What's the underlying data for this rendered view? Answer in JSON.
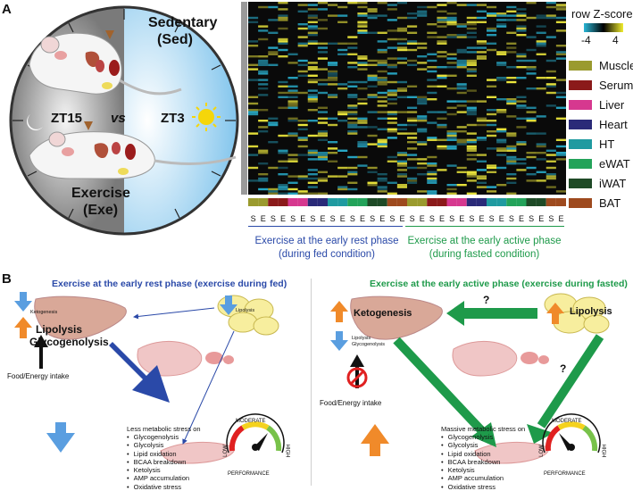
{
  "panel_a": {
    "letter": "A",
    "clock": {
      "sedentary_label": "Sedentary",
      "sedentary_abbr": "(Sed)",
      "exercise_label": "Exercise",
      "exercise_abbr": "(Exe)",
      "zt_left": "ZT15",
      "vs": "vs",
      "zt_right": "ZT3"
    },
    "heatmap": {
      "colorbar_title": "row Z-score",
      "colorbar_min": "-4",
      "colorbar_max": "4",
      "tissues": [
        {
          "name": "Muscle",
          "color": "#9a9a2e"
        },
        {
          "name": "Serum",
          "color": "#8b1a1a"
        },
        {
          "name": "Liver",
          "color": "#d6388f"
        },
        {
          "name": "Heart",
          "color": "#2a2a78"
        },
        {
          "name": "HT",
          "color": "#1f9aa0"
        },
        {
          "name": "eWAT",
          "color": "#23a35a"
        },
        {
          "name": "iWAT",
          "color": "#1e4a26"
        },
        {
          "name": "BAT",
          "color": "#9e4a1e"
        }
      ],
      "column_labels": [
        "S",
        "E",
        "S",
        "E",
        "S",
        "E",
        "S",
        "E",
        "S",
        "E",
        "S",
        "E",
        "S",
        "E",
        "S",
        "E",
        "S",
        "E",
        "S",
        "E",
        "S",
        "E",
        "S",
        "E",
        "S",
        "E",
        "S",
        "E",
        "S",
        "E",
        "S",
        "E"
      ],
      "group_left_line1": "Exercise at the early rest phase",
      "group_left_line2": "(during fed condition)",
      "group_right_line1": "Exercise at the early active phase",
      "group_right_line2": "(during fasted condition)",
      "group_left_color": "#2a49a8",
      "group_right_color": "#1e9a4a"
    }
  },
  "panel_b": {
    "letter": "B",
    "left": {
      "title": "Exercise at the early rest phase (exercise during fed)",
      "title_color": "#2a49a8",
      "ketogenesis": "Ketogenesis",
      "lipolysis_small": "Lipolysis",
      "lipolysis_big": "Lipolysis",
      "glycogenolysis_big": "Glycogenolysis",
      "food_intake": "Food/Energy intake",
      "stress_header": "Less metabolic stress on",
      "stress_items": [
        "Glycogenolysis",
        "Glycolysis",
        "Lipid oxidation",
        "BCAA breakdown",
        "Ketolysis",
        "AMP accumulation",
        "Oxidative stress"
      ]
    },
    "right": {
      "title": "Exercise at the early active phase (exercise during fasted)",
      "title_color": "#1e9a4a",
      "ketogenesis": "Ketogenesis",
      "lipolysis": "Lipolysis",
      "lipolysis_small": "Lipolysis",
      "glycogenolysis_small": "Glycogenolysis",
      "question_top": "?",
      "question_side": "?",
      "food_intake": "Food/Energy intake",
      "stress_header": "Massive metabolic stress on",
      "stress_items": [
        "Glycogenolysis",
        "Glycolysis",
        "Lipid oxidation",
        "BCAA breakdown",
        "Ketolysis",
        "AMP accumulation",
        "Oxidative stress"
      ]
    },
    "gauge": {
      "moderate": "MODERATE",
      "low": "LOW",
      "high": "HIGH",
      "performance": "PERFORMANCE"
    }
  }
}
